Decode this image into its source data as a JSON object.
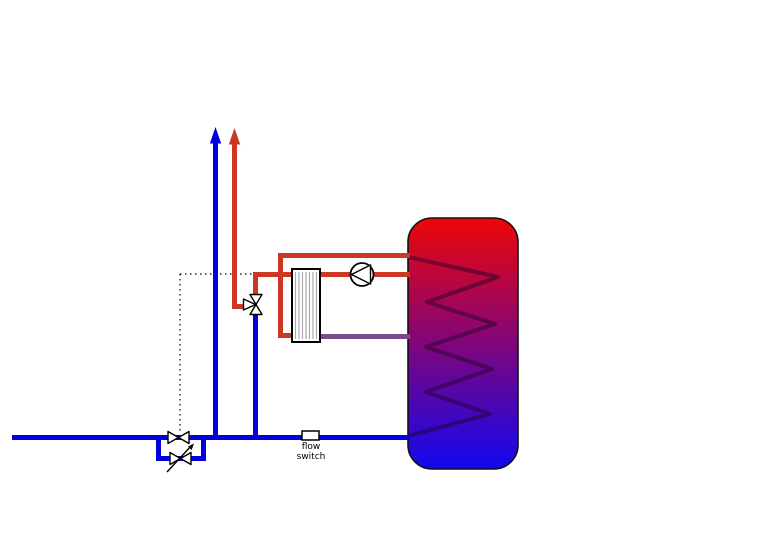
{
  "diagram": {
    "kind": "hydronic-piping-schematic",
    "labels": {
      "flow_switch_line1": "flow",
      "flow_switch_line2": "switch",
      "flow_switch_full": "flow switch"
    },
    "colors": {
      "cold_pipe": "#0000dd",
      "hot_pipe": "#cc3726",
      "warm_return_pipe": "#7a4a8c",
      "control_line": "#000000",
      "tank_top": "#ee0606",
      "tank_bottom": "#1207f0",
      "tank_outline": "#111111",
      "coil": "rgba(40,0,45,0.5)",
      "symbol_fill": "#ffffff",
      "symbol_stroke": "#000000",
      "hx_plates": "#aaaaaa"
    },
    "components": [
      {
        "name": "storage-tank",
        "description": "stratified storage tank, hot top / cold bottom gradient"
      },
      {
        "name": "tank-coil",
        "description": "internal heat-exchange coil, zigzag"
      },
      {
        "name": "plate-heat-exchanger",
        "description": "hatched rectangle symbol"
      },
      {
        "name": "circulation-pump",
        "description": "circle with left-pointing triangle"
      },
      {
        "name": "three-way-thermostatic-valve",
        "description": "bowtie valve with third port, on mix line"
      },
      {
        "name": "main-line-valve",
        "description": "bowtie valve on cold main, linked by dotted control line"
      },
      {
        "name": "balancing-valve",
        "description": "bowtie valve with diagonal arrow, on bypass"
      },
      {
        "name": "flow-switch",
        "description": "small box on cold main"
      },
      {
        "name": "cold-water-arrow",
        "description": "blue upward arrow outlet"
      },
      {
        "name": "hot-water-arrow",
        "description": "red upward arrow outlet"
      }
    ]
  }
}
